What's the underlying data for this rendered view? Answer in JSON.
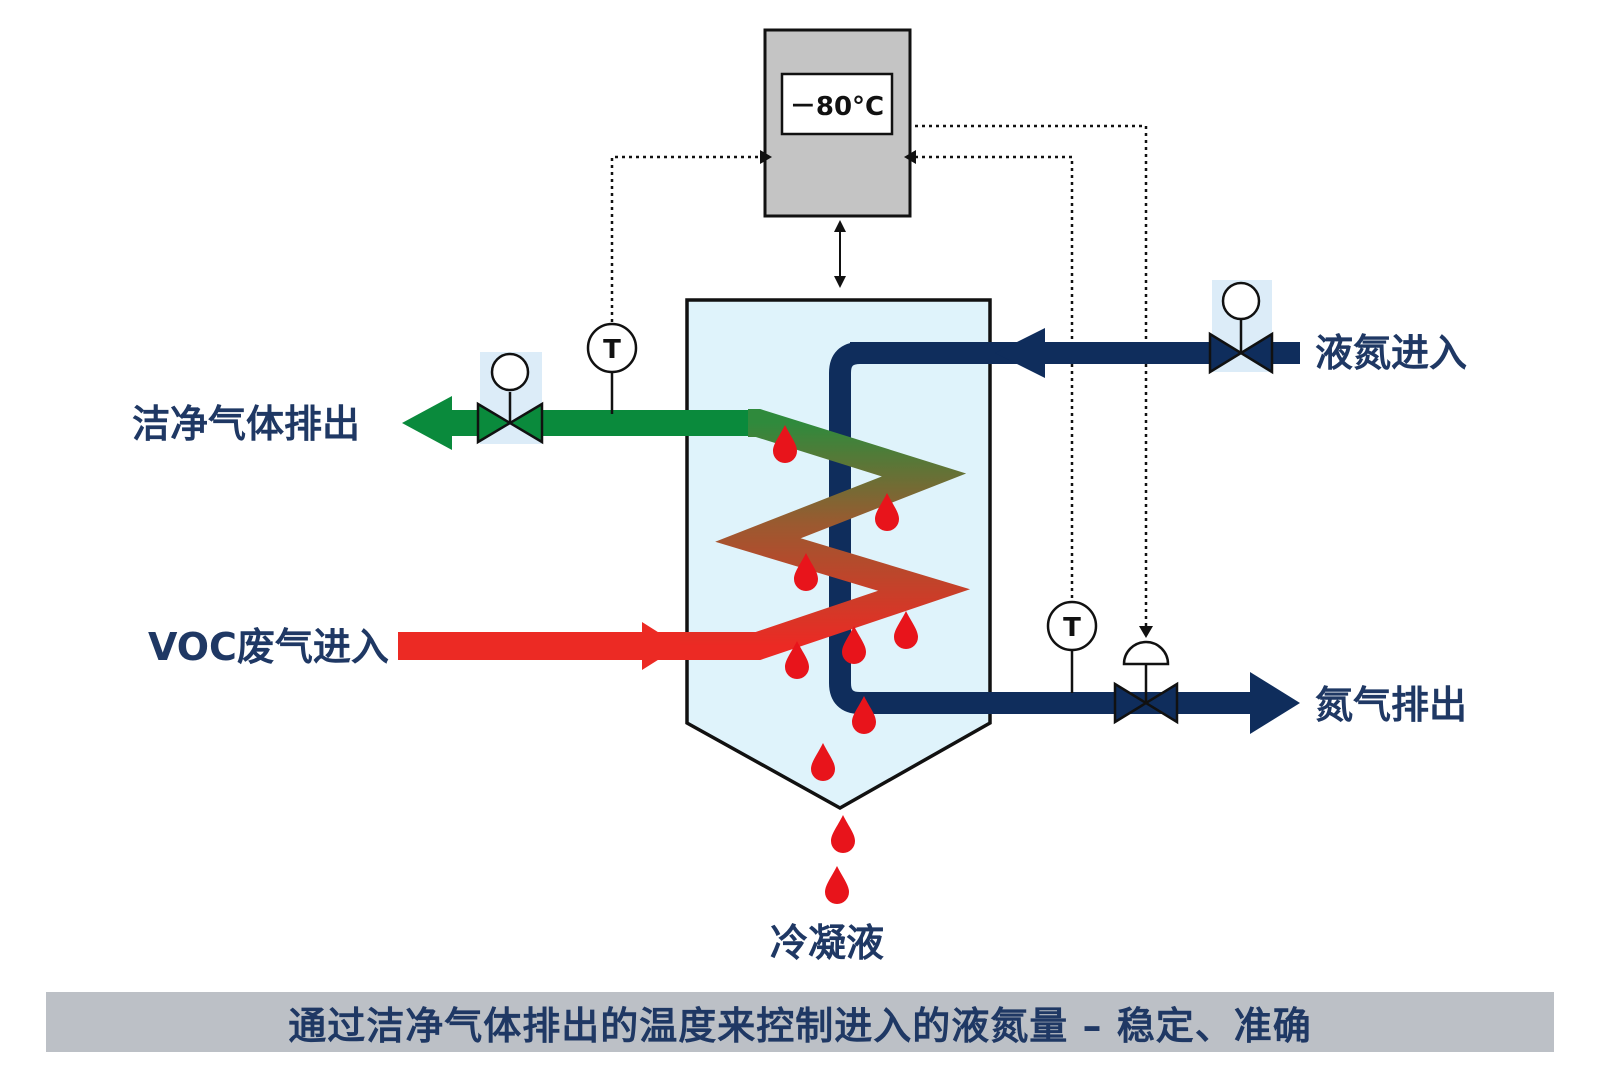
{
  "controller": {
    "display": "－80°C"
  },
  "sensor_symbol": "T",
  "labels": {
    "clean_gas_out": "洁净气体排出",
    "voc_in": "VOC废气进入",
    "ln2_in": "液氮进入",
    "n2_out": "氮气排出",
    "condensate": "冷凝液"
  },
  "caption": "通过洁净气体排出的温度来控制进入的液氮量 – 稳定、准确",
  "colors": {
    "ln2_line": "#0f2d5c",
    "clean_gas": "#0a8a3c",
    "voc_gas": "#ec2a24",
    "vessel_fill": "#dff3fb",
    "controller_fill": "#c4c4c4",
    "droplet": "#e8141b",
    "label_text": "#1f3864",
    "caption_bar": "#bcc0c6"
  }
}
